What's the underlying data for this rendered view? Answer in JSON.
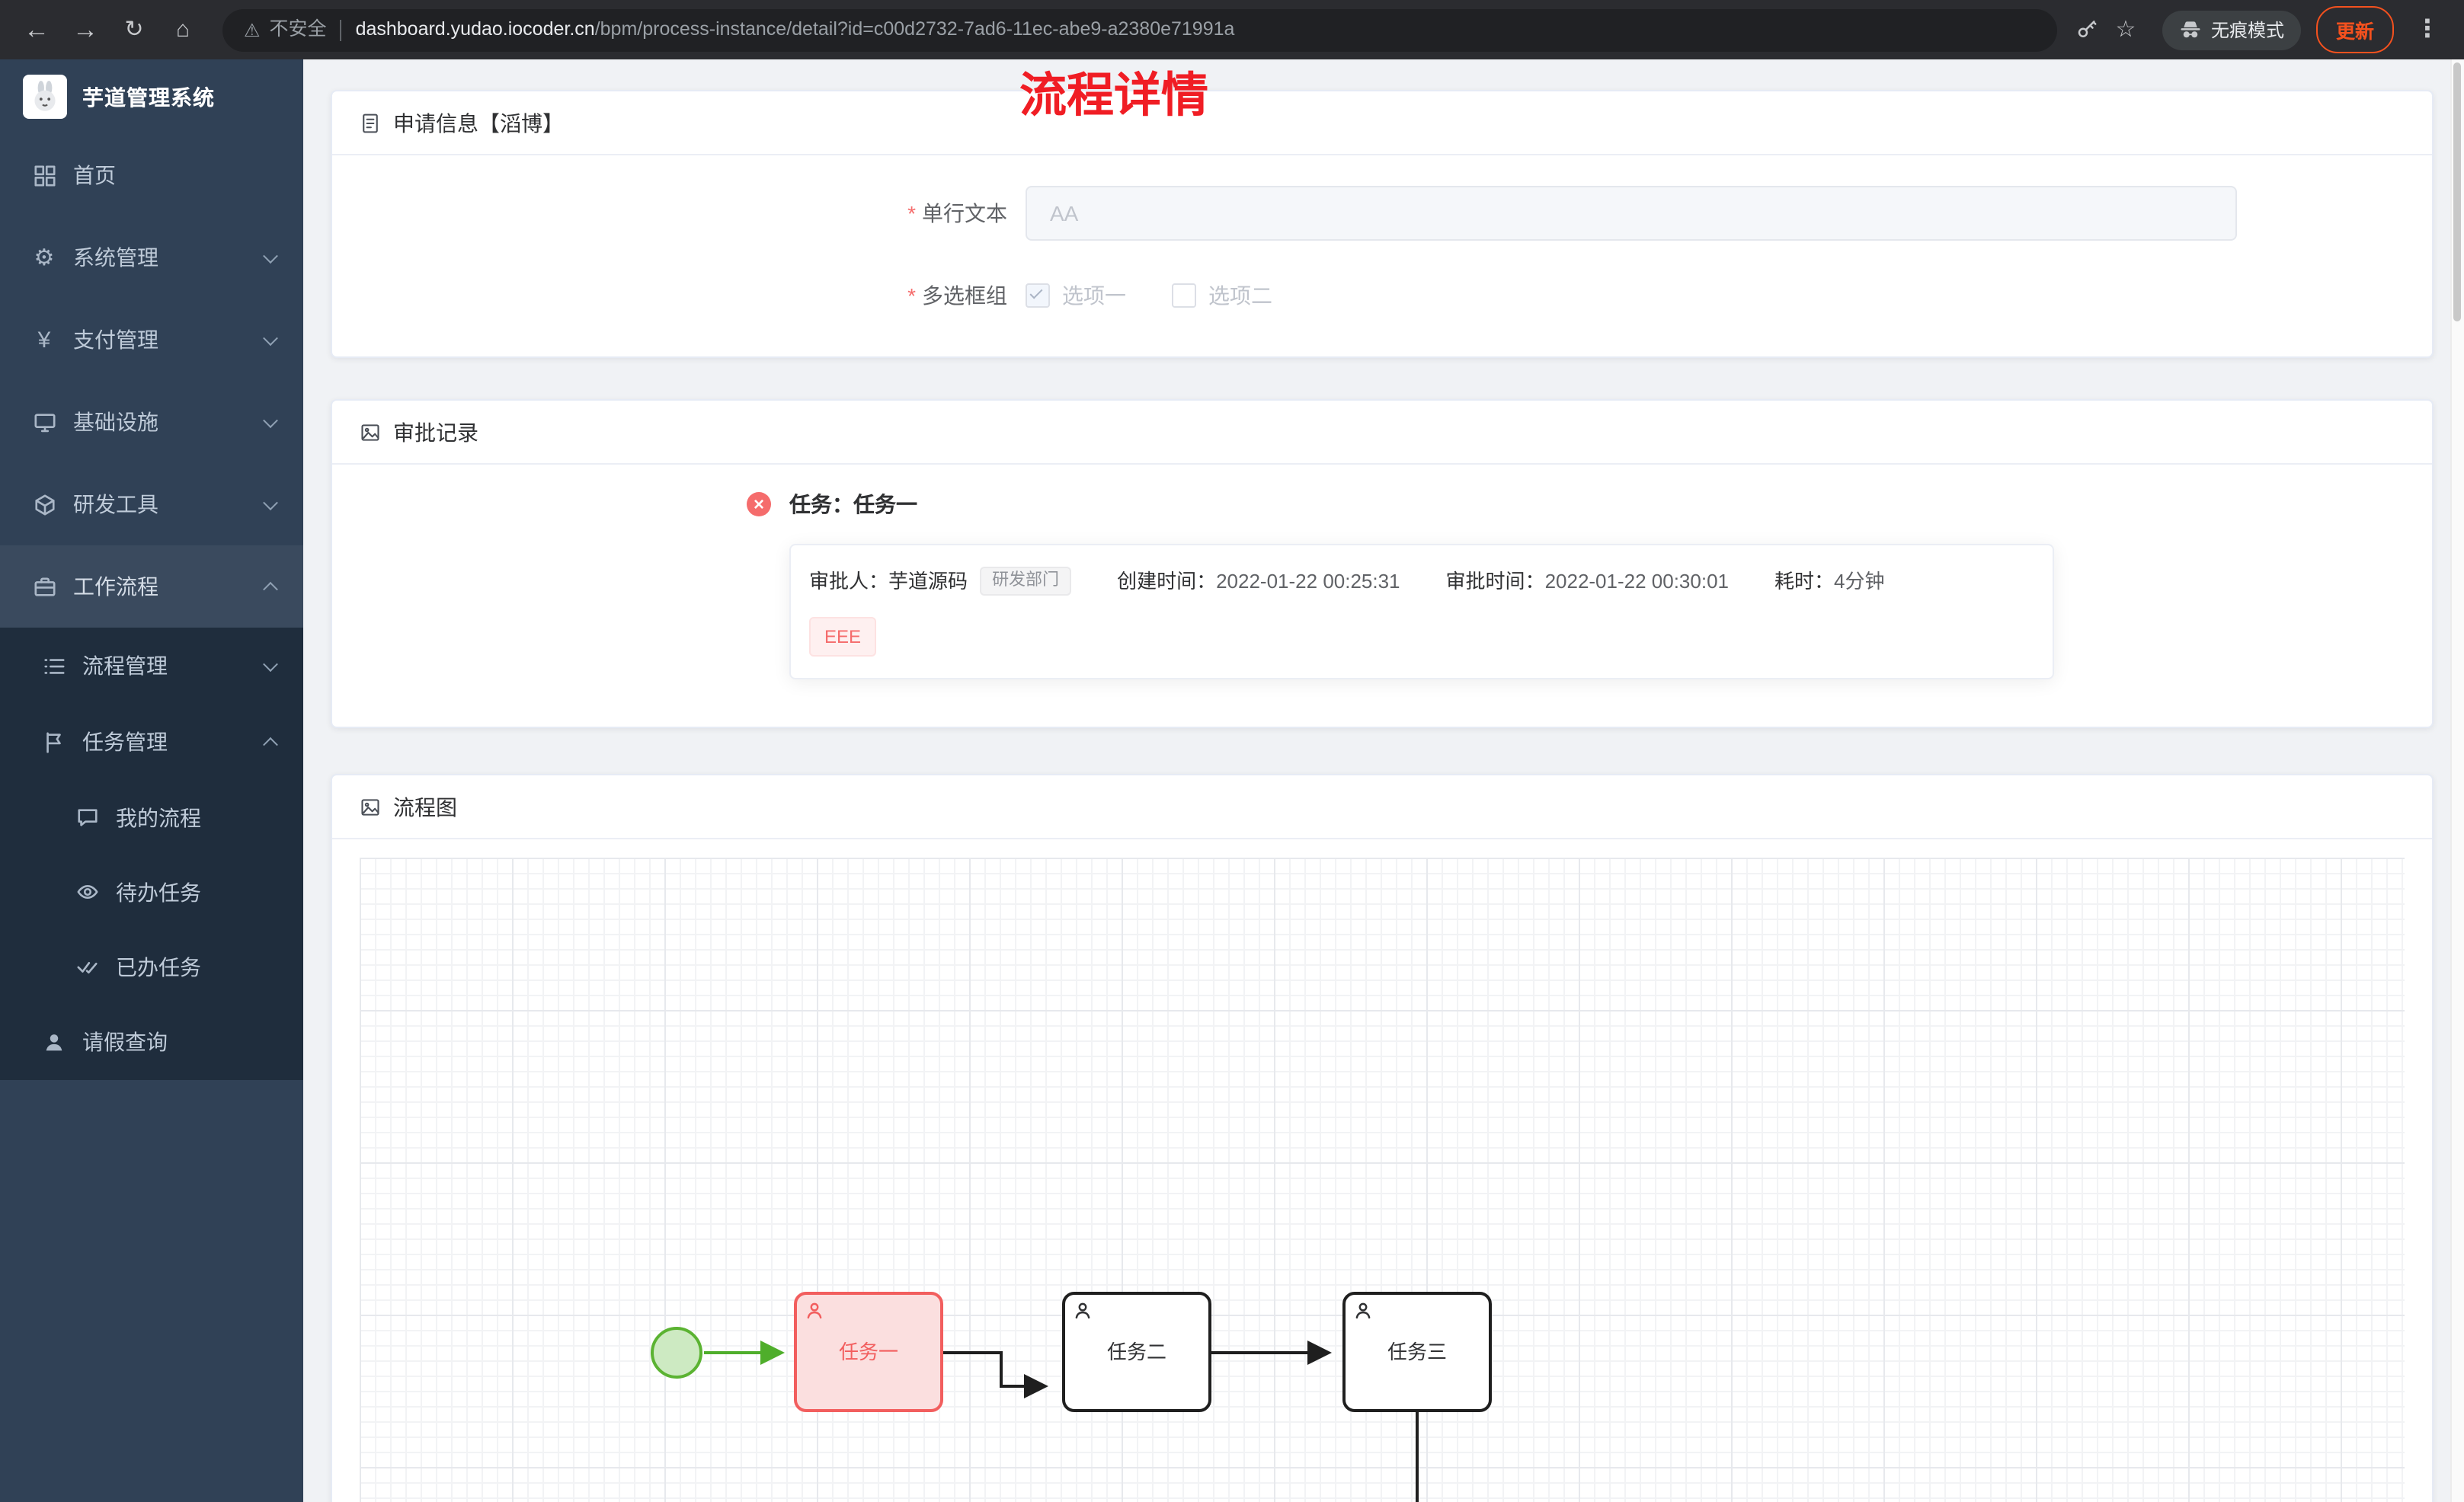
{
  "browser": {
    "security_label": "不安全",
    "url_domain": "dashboard.yudao.iocoder.cn",
    "url_path": "/bpm/process-instance/detail?id=c00d2732-7ad6-11ec-abe9-a2380e71991a",
    "incognito_label": "无痕模式",
    "update_label": "更新"
  },
  "icons": {
    "back": "←",
    "forward": "→",
    "refresh": "↻",
    "home": "⌂",
    "warning": "⚠",
    "star": "☆",
    "menu_dots": "⋮",
    "close_x": "×",
    "gear": "⚙",
    "yen": "¥"
  },
  "colors": {
    "sidebar_bg": "#304156",
    "submenu_bg": "#1f2d3d",
    "title_red": "#f01d24",
    "danger": "#f56c6c",
    "active_task_border": "#f25e5e",
    "start_event_green": "#5bb332",
    "update_accent": "#f4511e"
  },
  "sidebar": {
    "title": "芋道管理系统",
    "items": [
      {
        "label": "首页"
      },
      {
        "label": "系统管理"
      },
      {
        "label": "支付管理"
      },
      {
        "label": "基础设施"
      },
      {
        "label": "研发工具"
      },
      {
        "label": "工作流程"
      }
    ],
    "submenu": [
      {
        "label": "流程管理"
      },
      {
        "label": "任务管理"
      },
      {
        "label": "我的流程"
      },
      {
        "label": "待办任务"
      },
      {
        "label": "已办任务"
      },
      {
        "label": "请假查询"
      }
    ]
  },
  "page": {
    "title": "流程详情",
    "apply_card": {
      "header": "申请信息【滔博】",
      "required_marker": "*",
      "fields": [
        {
          "label": "单行文本",
          "placeholder": "AA"
        },
        {
          "label": "多选框组",
          "options": [
            {
              "label": "选项一",
              "checked": true
            },
            {
              "label": "选项二",
              "checked": false
            }
          ]
        }
      ]
    },
    "audit_card": {
      "header": "审批记录",
      "task_title": "任务：任务一",
      "approver_label": "审批人：",
      "approver": "芋道源码",
      "dept_tag": "研发部门",
      "create_label": "创建时间：",
      "create_time": "2022-01-22 00:25:31",
      "audit_label": "审批时间：",
      "audit_time": "2022-01-22 00:30:01",
      "duration_label": "耗时：",
      "duration": "4分钟",
      "reason_tag": "EEE"
    },
    "diagram_card": {
      "header": "流程图",
      "nodes": [
        {
          "label": "任务一",
          "state": "active"
        },
        {
          "label": "任务二",
          "state": "todo"
        },
        {
          "label": "任务三",
          "state": "todo"
        }
      ]
    }
  }
}
